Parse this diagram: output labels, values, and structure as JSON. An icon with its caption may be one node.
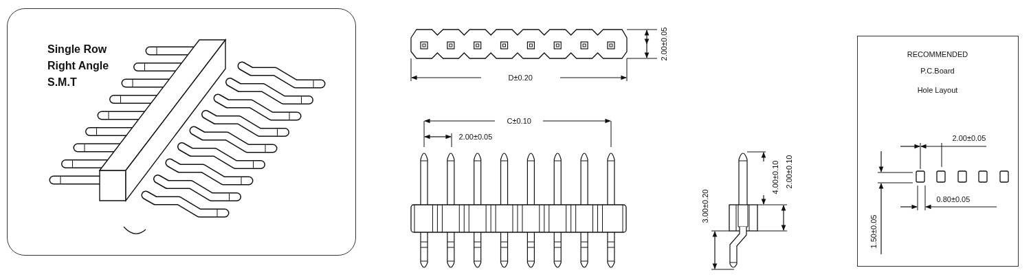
{
  "diagram": {
    "nodes": [
      {
        "text": [
          "Single Row",
          "Right Angle",
          "S.M.T"
        ]
      },
      {
        "text": [
          "RECOMMENDED",
          "P.C.Board",
          "Hole Layout"
        ]
      }
    ],
    "labels": [
      "2.00±0.05",
      "D±0.20",
      "C±0.10",
      "2.00±0.05",
      "4.00±0.10",
      "2.00±0.10",
      "3.00±0.20",
      "2.00±0.05",
      "0.80±0.05",
      "1.50±0.05"
    ]
  }
}
